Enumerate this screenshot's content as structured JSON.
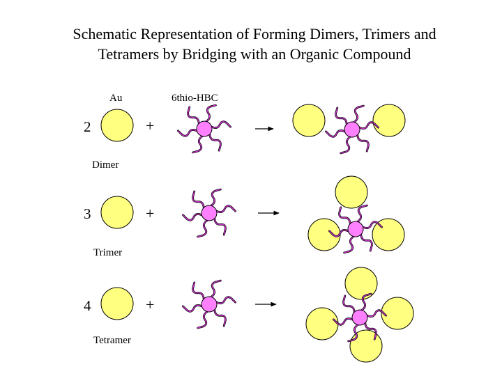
{
  "title": {
    "line1": "Schematic Representation of Forming Dimers, Trimers and",
    "line2": "Tetramers by Bridging with an Organic Compound"
  },
  "headers": {
    "au": "Au",
    "hbc": "6thio-HBC"
  },
  "rows": [
    {
      "count": "2",
      "plus": "+",
      "name": "Dimer"
    },
    {
      "count": "3",
      "plus": "+",
      "name": "Trimer"
    },
    {
      "count": "4",
      "plus": "+",
      "name": "Tetramer"
    }
  ],
  "colors": {
    "gold": "#ffff80",
    "core": "#ff80ff",
    "arm": "#cc33cc",
    "outline": "#000000"
  }
}
